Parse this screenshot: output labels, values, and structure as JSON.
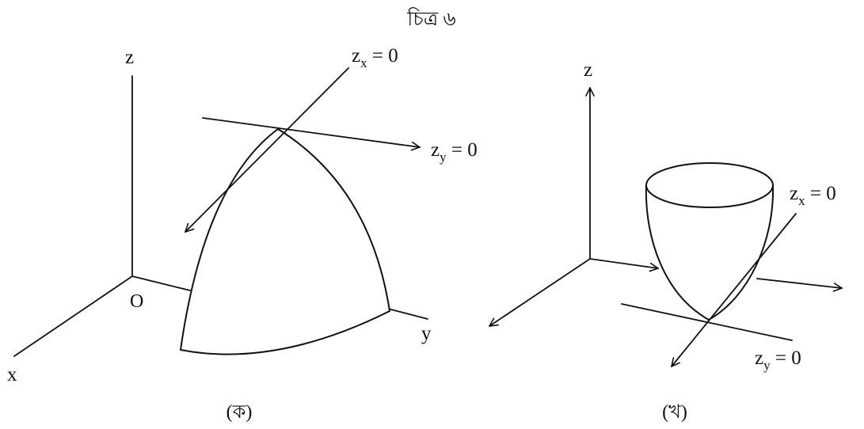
{
  "figure_title": "চিত্র ৬",
  "panel_a": {
    "caption": "(ক)",
    "axis_z": "z",
    "axis_x": "x",
    "axis_y": "y",
    "origin": "O",
    "label_zx": {
      "var": "z",
      "sub": "x",
      "rest": " = 0"
    },
    "label_zy": {
      "var": "z",
      "sub": "y",
      "rest": " = 0"
    }
  },
  "panel_b": {
    "caption": "(খ)",
    "axis_z": "z",
    "label_zx": {
      "var": "z",
      "sub": "x",
      "rest": " = 0"
    },
    "label_zy": {
      "var": "z",
      "sub": "y",
      "rest": " = 0"
    }
  }
}
